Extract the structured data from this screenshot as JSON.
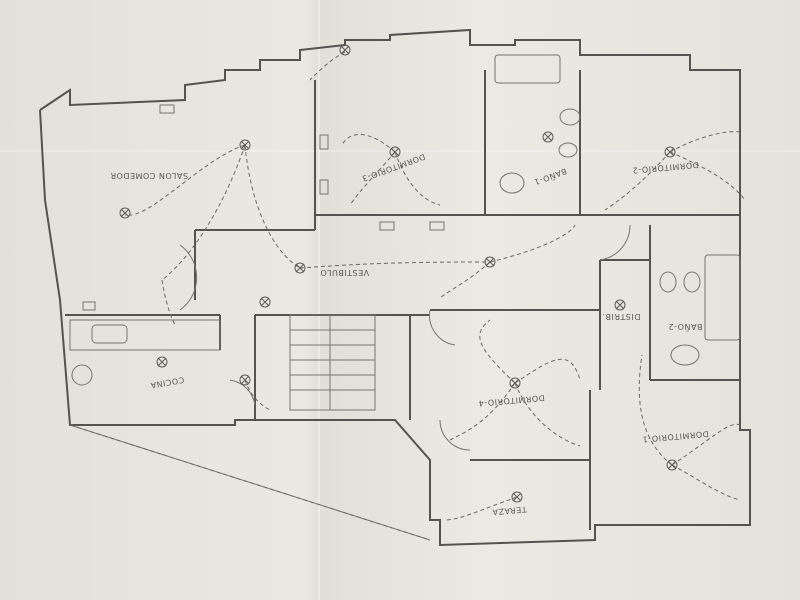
{
  "rooms": {
    "salon_comedor": "SALON COMEDOR",
    "dormitorio_3": "DORMITORIO-3",
    "bano_1": "BAÑO-1",
    "dormitorio_2": "DORMITORIO-2",
    "vestibulo": "VESTIBULO",
    "cocina": "COCINA",
    "distrib": "DISTRIB.",
    "bano_2": "BAÑO-2",
    "dormitorio_4": "DORMITORIO-4",
    "dormitorio_1": "DORMITORIO-1",
    "terraza": "TERAZA"
  },
  "colors": {
    "paper": "#e9e6e1",
    "ink": "#55524f"
  }
}
